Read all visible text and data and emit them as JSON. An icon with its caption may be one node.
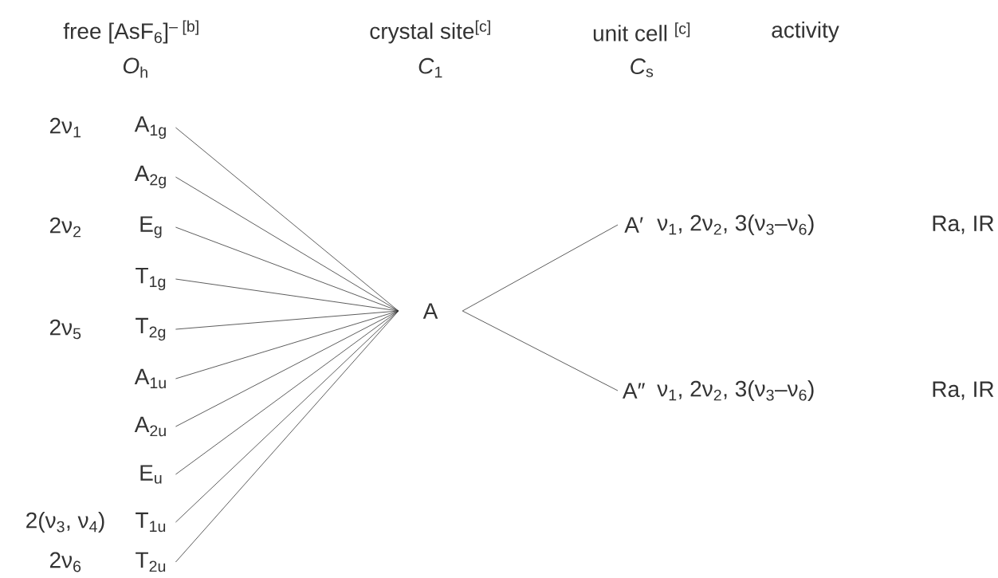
{
  "diagram": {
    "nodes": [
      {
        "text": [
          "A$_{1g}$"
        ],
        "beside": [
          "2ν$_{1}$"
        ]
      },
      {
        "text": [
          "A$_{2g}$"
        ]
      },
      {
        "text": [
          "E$_{g}$"
        ],
        "beside": [
          "2ν$_{2}$"
        ]
      },
      {
        "text": [
          "T$_{1g}$"
        ]
      },
      {
        "text": [
          "T$_{2g}$"
        ],
        "beside": [
          "2ν$_{5}$"
        ]
      },
      {
        "text": [
          "A$_{1u}$"
        ]
      },
      {
        "text": [
          "A$_{2u}$"
        ]
      },
      {
        "text": [
          "E$_{u}$"
        ]
      },
      {
        "text": [
          "T$_{1u}$"
        ],
        "beside": [
          "2(ν$_{3}$, ν$_{4}$)"
        ]
      },
      {
        "text": [
          "T$_{2u}$"
        ],
        "beside": [
          "2ν$_{6}$"
        ]
      },
      {
        "text": [
          "A"
        ]
      },
      {
        "text": [
          "A′"
        ],
        "beside": [
          "ν$_{1}$, 2ν$_{2}$, 3(ν$_{3}$–ν$_{6}$)"
        ]
      },
      {
        "text": [
          "A″"
        ],
        "beside": [
          "ν$_{1}$, 2ν$_{2}$, 3(ν$_{3}$–ν$_{6}$)"
        ]
      }
    ],
    "edges": [
      {
        "from": 0,
        "to": 10,
        "arrow": "none"
      },
      {
        "from": 1,
        "to": 10,
        "arrow": "none"
      },
      {
        "from": 2,
        "to": 10,
        "arrow": "none"
      },
      {
        "from": 3,
        "to": 10,
        "arrow": "none"
      },
      {
        "from": 4,
        "to": 10,
        "arrow": "none"
      },
      {
        "from": 5,
        "to": 10,
        "arrow": "none"
      },
      {
        "from": 6,
        "to": 10,
        "arrow": "none"
      },
      {
        "from": 7,
        "to": 10,
        "arrow": "none"
      },
      {
        "from": 8,
        "to": 10,
        "arrow": "none"
      },
      {
        "from": 9,
        "to": 10,
        "arrow": "none"
      },
      {
        "from": 10,
        "to": 11,
        "arrow": "none"
      },
      {
        "from": 10,
        "to": 12,
        "arrow": "none"
      }
    ],
    "labels": [
      "free [AsF$_{6}$]$^{– [b]}$",
      "crystal site$^{[c]}$",
      "unit cell $^{[c]}$",
      "activity",
      "*O*$_{h}$",
      "*C*$_{1}$",
      "*C*$_{s}$",
      "Ra, IR",
      "Ra, IR"
    ]
  }
}
